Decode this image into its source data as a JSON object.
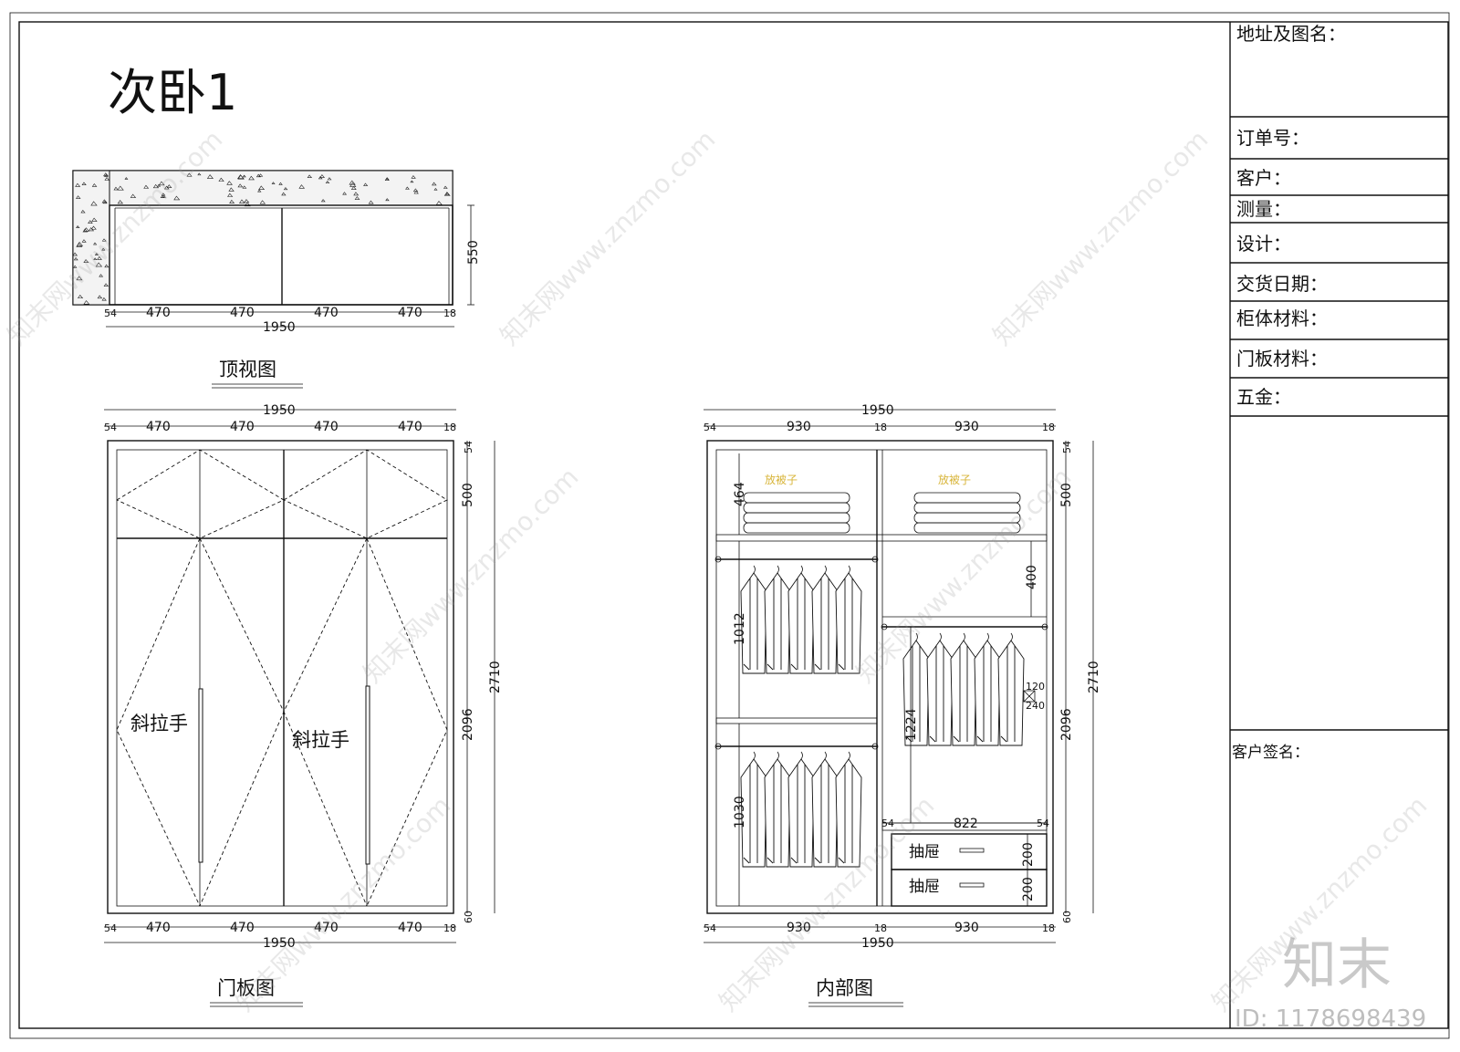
{
  "title": "次卧1",
  "views": {
    "top": {
      "label": "顶视图",
      "depth": "550",
      "total": "1950",
      "segments": [
        "54",
        "470",
        "470",
        "470",
        "470",
        "18"
      ]
    },
    "door": {
      "label": "门板图",
      "total": "1950",
      "segments": [
        "54",
        "470",
        "470",
        "470",
        "470",
        "18"
      ],
      "heights": {
        "top": "54",
        "upper": "500",
        "lower": "2096",
        "bottom": "60",
        "total": "2710"
      },
      "handle_labels": [
        "斜拉手",
        "斜拉手"
      ]
    },
    "interior": {
      "label": "内部图",
      "total": "1950",
      "segments": [
        "54",
        "930",
        "18",
        "930",
        "18"
      ],
      "heights": {
        "top": "54",
        "upper": "500",
        "lower": "2096",
        "bottom": "60",
        "total": "2710"
      },
      "quilt_labels": [
        "放被子",
        "放被子"
      ],
      "dims": {
        "shelf_top": "464",
        "left_upper_hang": "1012",
        "left_lower_hang": "1030",
        "right_gap": "400",
        "right_hang": "1224",
        "rail_a": "120",
        "rail_b": "240",
        "drawer_side_l": "54",
        "drawer_width": "822",
        "drawer_side_r": "54",
        "drawer_h1": "200",
        "drawer_h2": "200"
      },
      "drawer_labels": [
        "抽屉",
        "抽屉"
      ]
    }
  },
  "title_block": {
    "address": "地址及图名：",
    "order": "订单号：",
    "customer": "客户：",
    "measure": "测量：",
    "design": "设计：",
    "delivery": "交货日期：",
    "cabinet_material": "柜体材料：",
    "door_material": "门板材料：",
    "hardware": "五金：",
    "signature": "客户签名："
  },
  "watermark": {
    "text": "知末网www.znzmo.com",
    "logo": "知末",
    "id": "ID: 1178698439"
  }
}
